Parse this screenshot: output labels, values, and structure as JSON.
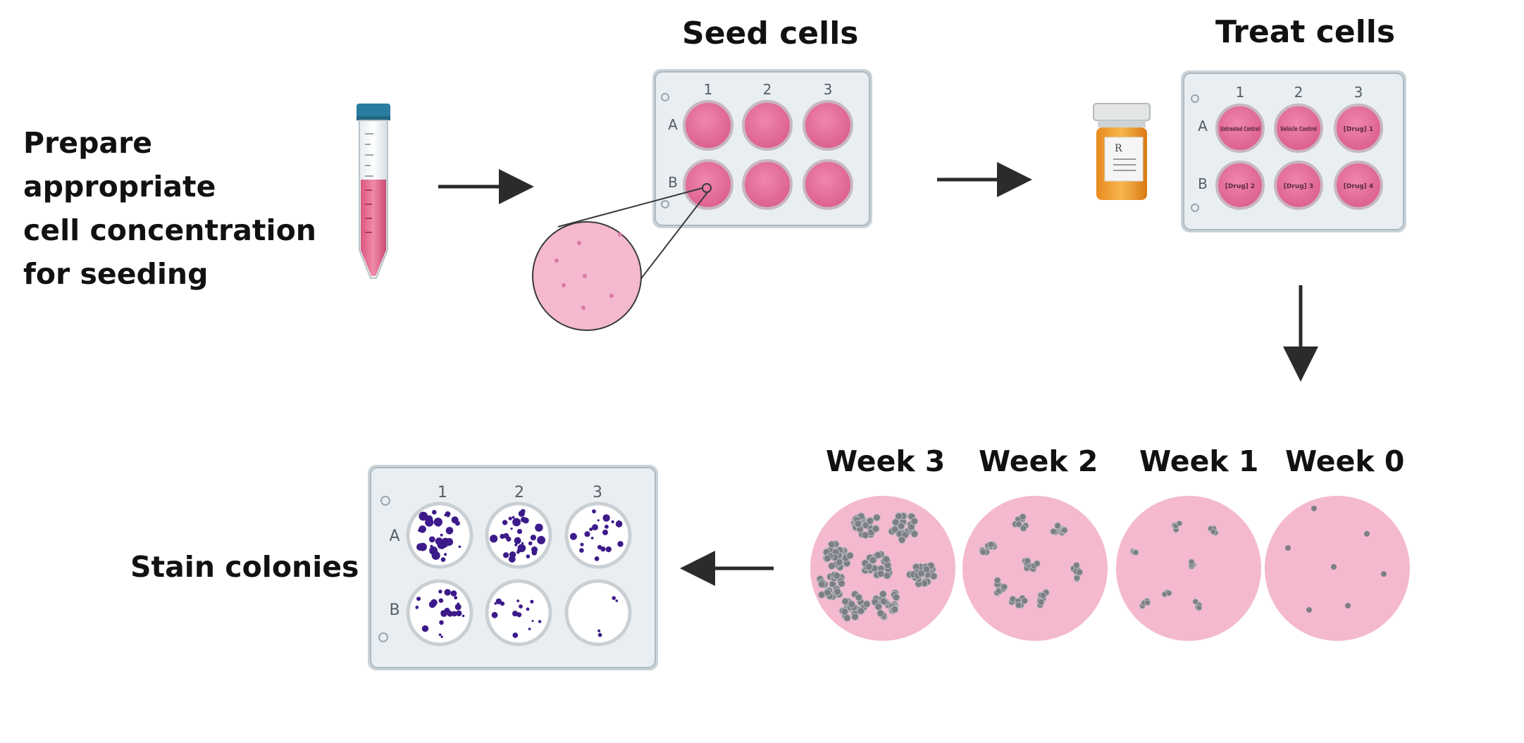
{
  "steps": {
    "prepare": [
      "Prepare appropriate",
      "cell concentration",
      "for seeding"
    ],
    "seed": "Seed cells",
    "treat": "Treat cells",
    "stain": "Stain colonies"
  },
  "weeks": [
    "Week 3",
    "Week 2",
    "Week 1",
    "Week 0"
  ],
  "plate": {
    "columns": [
      "1",
      "2",
      "3"
    ],
    "rows": [
      "A",
      "B"
    ],
    "treatment_wells": [
      "Untreated Control",
      "Vehicle Control",
      "[Drug] 1",
      "[Drug] 2",
      "[Drug] 3",
      "[Drug] 4"
    ]
  },
  "colors": {
    "well_pink": "#e8729f",
    "dish_pink": "#f4b9cf",
    "plate_bg": "#e9eef2",
    "stain_purple": "#3d1a8a",
    "colony_gray": "#7d7f86",
    "arrow": "#2b2b2b",
    "bottle_orange": "#f2a23a"
  },
  "icons": [
    "conical-tube-icon",
    "pill-bottle-icon",
    "magnifier-circle-icon"
  ]
}
